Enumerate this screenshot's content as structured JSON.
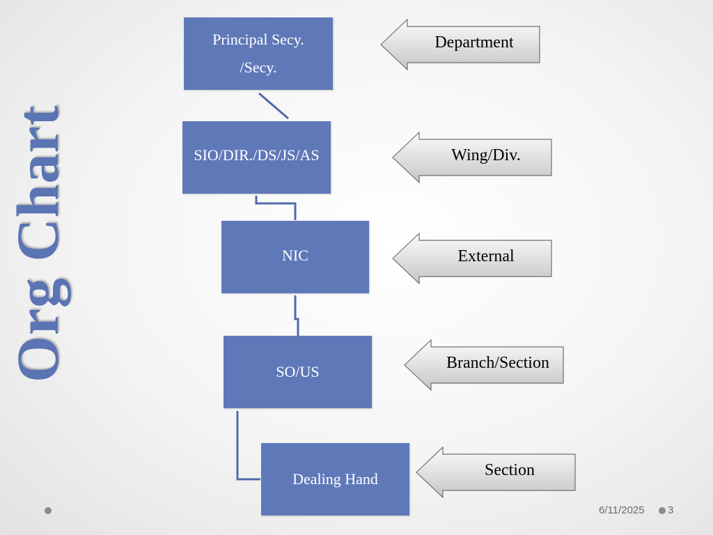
{
  "slide": {
    "title": "Org Chart",
    "date": "6/11/2025",
    "page_number": "3"
  },
  "hierarchy": [
    {
      "line1": "Principal Secy.",
      "line2": "/Secy."
    },
    {
      "line1": "SIO/DIR./DS/JS/AS",
      "line2": ""
    },
    {
      "line1": "NIC",
      "line2": ""
    },
    {
      "line1": "SO/US",
      "line2": ""
    },
    {
      "line1": "Dealing Hand",
      "line2": ""
    }
  ],
  "levels": [
    {
      "label": "Department"
    },
    {
      "label": "Wing/Div."
    },
    {
      "label": "External"
    },
    {
      "label": "Branch/Section"
    },
    {
      "label": "Section"
    }
  ],
  "colors": {
    "box_fill": "#5f79b8",
    "connector": "#4f6aa8",
    "title": "#5a74b4"
  }
}
